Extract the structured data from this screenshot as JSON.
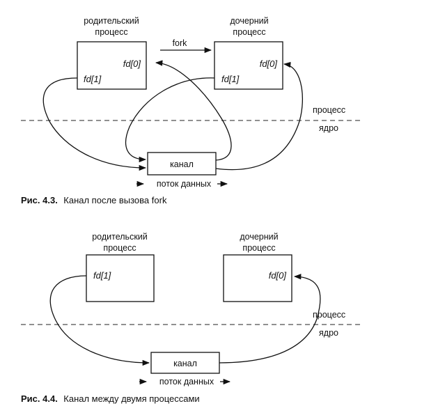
{
  "fig1": {
    "parent_label": [
      "родительский",
      "процесс"
    ],
    "child_label": [
      "дочерний",
      "процесс"
    ],
    "fork_label": "fork",
    "parent_fd0": "fd[0]",
    "parent_fd1": "fd[1]",
    "child_fd0": "fd[0]",
    "child_fd1": "fd[1]",
    "user_space": "процесс",
    "kernel_space": "ядро",
    "pipe_label": "канал",
    "flow_label": "поток данных",
    "caption_num": "Рис. 4.3.",
    "caption_text": "Канал после вызова fork"
  },
  "fig2": {
    "parent_label": [
      "родительский",
      "процесс"
    ],
    "child_label": [
      "дочерний",
      "процесс"
    ],
    "parent_fd1": "fd[1]",
    "child_fd0": "fd[0]",
    "user_space": "процесс",
    "kernel_space": "ядро",
    "pipe_label": "канал",
    "flow_label": "поток данных",
    "caption_num": "Рис. 4.4.",
    "caption_text": "Канал между двумя процессами"
  }
}
